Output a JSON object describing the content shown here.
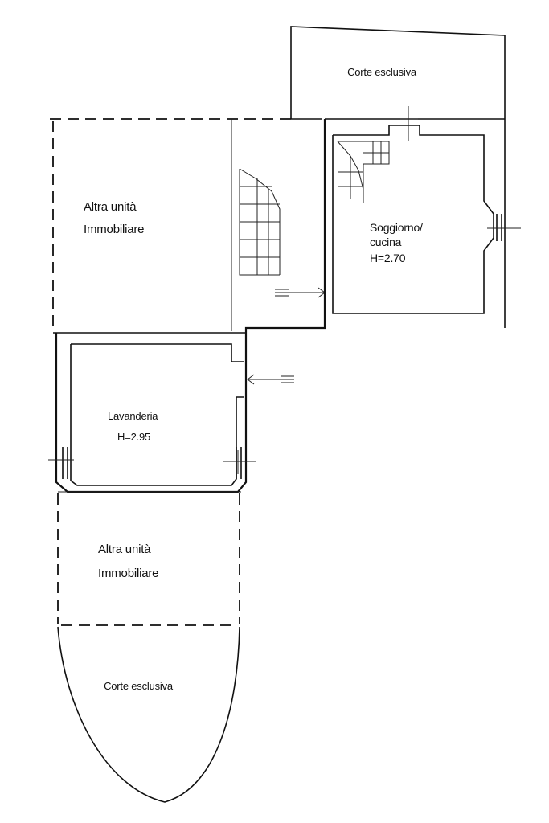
{
  "labels": {
    "corte_top": "Corte esclusiva",
    "altra_top_line1": "Altra unità",
    "altra_top_line2": "Immobiliare",
    "soggiorno_line1": "Soggiorno/",
    "soggiorno_line2": "cucina",
    "soggiorno_height": "H=2.70",
    "lavanderia_line1": "Lavanderia",
    "lavanderia_height": "H=2.95",
    "altra_bottom_line1": "Altra unità",
    "altra_bottom_line2": "Immobiliare",
    "corte_bottom": "Corte esclusiva"
  },
  "colors": {
    "line": "#111111",
    "background": "#ffffff"
  }
}
